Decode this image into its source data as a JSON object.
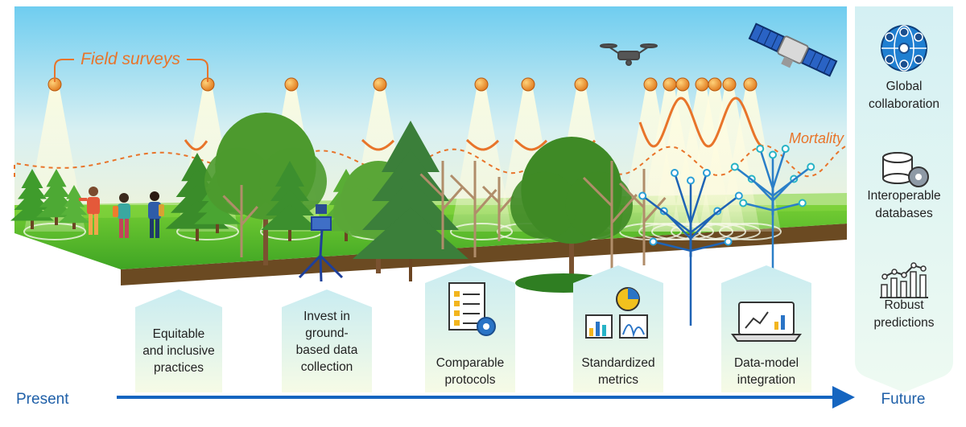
{
  "labels": {
    "field_surveys": "Field surveys",
    "mortality": "Mortality",
    "present": "Present",
    "future": "Future"
  },
  "right_panel": {
    "items": [
      {
        "icon": "globe-network-icon",
        "lines": [
          "Global",
          "collaboration"
        ]
      },
      {
        "icon": "database-gear-icon",
        "lines": [
          "Interoperable",
          "databases"
        ]
      },
      {
        "icon": "bar-chart-trend-icon",
        "lines": [
          "Robust",
          "predictions"
        ]
      }
    ]
  },
  "stages": [
    {
      "icon": "",
      "lines": [
        "Equitable",
        "and inclusive",
        "practices"
      ]
    },
    {
      "icon": "",
      "lines": [
        "Invest in",
        "ground-",
        "based data",
        "collection"
      ]
    },
    {
      "icon": "protocol-document-icon",
      "lines": [
        "Comparable",
        "protocols"
      ]
    },
    {
      "icon": "metrics-charts-icon",
      "lines": [
        "Standardized",
        "metrics"
      ]
    },
    {
      "icon": "laptop-chart-icon",
      "lines": [
        "Data-model",
        "integration"
      ]
    }
  ],
  "colors": {
    "accent_orange": "#e8742a",
    "arrow_blue": "#1565c0",
    "sky_top": "#6fcdf0",
    "grass": "#5cbf2a",
    "panel_bg": "#dff4f6",
    "label_blue": "#1e5fa8"
  }
}
